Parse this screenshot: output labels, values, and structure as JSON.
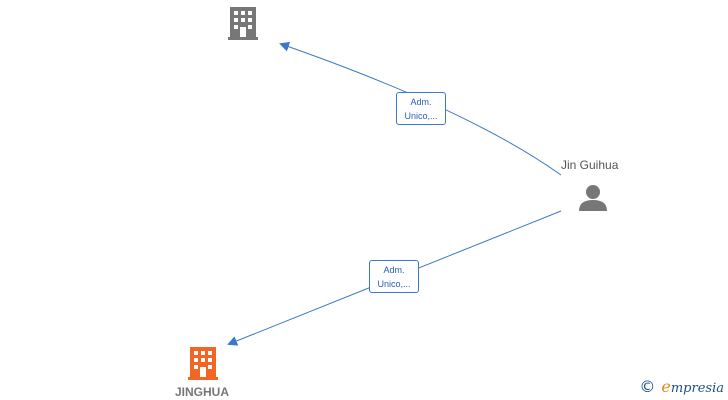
{
  "nodes": {
    "company_top": {
      "label": "",
      "icon": "building-icon",
      "color": "#777777"
    },
    "person": {
      "label": "Jin Guihua",
      "icon": "person-icon",
      "color": "#777777"
    },
    "company_bottom": {
      "label": "JINGHUA",
      "icon": "building-icon",
      "color": "#f26522"
    }
  },
  "edges": [
    {
      "from": "person",
      "to": "company_top",
      "label_line1": "Adm.",
      "label_line2": "Unico,..."
    },
    {
      "from": "person",
      "to": "company_bottom",
      "label_line1": "Adm.",
      "label_line2": "Unico,..."
    }
  ],
  "colors": {
    "edge": "#3a78c9",
    "edge_label_text": "#2a5db0"
  },
  "footer": {
    "copyright_symbol": "©",
    "brand_first_letter": "e",
    "brand_rest": "mpresia"
  }
}
